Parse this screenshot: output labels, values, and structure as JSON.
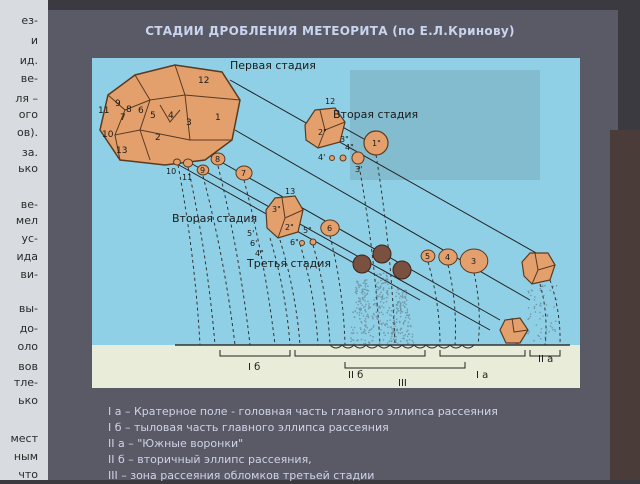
{
  "title": "СТАДИИ ДРОБЛЕНИЯ МЕТЕОРИТА (по Е.Л.Кринову)",
  "stage_labels": {
    "first": "Первая стадия",
    "second_top": "Вторая стадия",
    "second_mid": "Вторая стадия",
    "third": "Третья стадия"
  },
  "main_fragments": [
    "12",
    "9",
    "8",
    "7",
    "6",
    "5",
    "4",
    "3",
    "2",
    "1",
    "10",
    "11",
    "13"
  ],
  "fragment_labels": {
    "f10": "10",
    "f11": "11",
    "f9": "9",
    "f8": "8",
    "f7": "7",
    "f6": "6",
    "f5": "5",
    "f4": "4",
    "f3": "3",
    "f2": "2",
    "c12": "12",
    "c2": "2\"",
    "c1": "1\"",
    "c3p": "3\"",
    "c3pp": "3'",
    "c4p": "4'",
    "c4pp": "4\"",
    "m13": "13",
    "m3": "3\"",
    "m2": "2\"",
    "m5": "5'",
    "m5p": "5\"",
    "m6": "6'",
    "m6p": "6\"",
    "m4": "4\""
  },
  "zone_labels": [
    "I б",
    "II б",
    "III",
    "I а",
    "II а"
  ],
  "legend": [
    "I а – Кратерное поле - головная часть главного эллипса рассеяния",
    "I б – тыловая часть главного эллипса рассеяния",
    "II а – \"Южные воронки\"",
    "II б – вторичный эллипс рассеяния,",
    "III – зона рассеяния обломков третьей стадии"
  ],
  "side_text": [
    "ез-",
    "и",
    "ид.",
    "ве-",
    "ля –",
    "ого",
    "ов).",
    "за.",
    "ько",
    "ве-",
    "мел",
    "ус-",
    "ида",
    "ви-",
    "вы-",
    "до-",
    "оло",
    "вов",
    "тле-",
    "ько",
    "мест",
    "ным",
    "что"
  ],
  "colors": {
    "frame": "#5a5a66",
    "diagram_bg": "#8fd0e6",
    "ground": "#e9ecd8",
    "rock": "#e3a06c",
    "rock_edge": "#5a3a20",
    "trail": "#3b3b3b"
  }
}
